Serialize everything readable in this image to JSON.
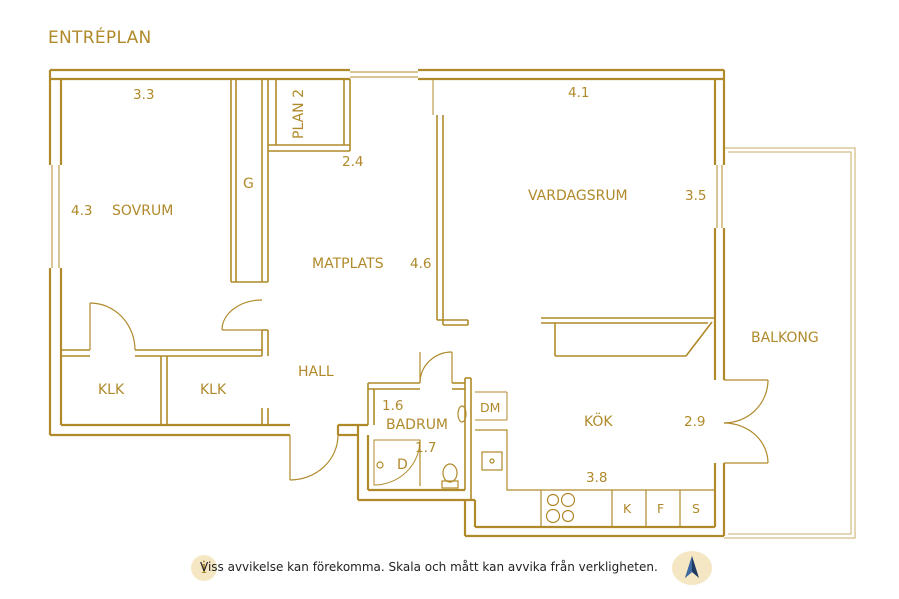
{
  "header": {
    "title": "ENTRÉPLAN"
  },
  "rooms": {
    "sovrum": {
      "label": "SOVRUM",
      "dim_width": "3.3",
      "dim_depth": "4.3"
    },
    "matplats": {
      "label": "MATPLATS",
      "dim_depth": "4.6"
    },
    "plan2": {
      "label": "PLAN 2",
      "dim": "2.4"
    },
    "garderob": {
      "label": "G"
    },
    "vardagsrum": {
      "label": "VARDAGSRUM",
      "dim_width": "4.1",
      "dim_depth": "3.5"
    },
    "balkong": {
      "label": "BALKONG"
    },
    "hall": {
      "label": "HALL"
    },
    "klk1": {
      "label": "KLK"
    },
    "klk2": {
      "label": "KLK"
    },
    "badrum": {
      "label": "BADRUM",
      "dim_width": "1.6",
      "dim_depth": "1.7"
    },
    "dusch": {
      "label": "D"
    },
    "dm": {
      "label": "DM"
    },
    "kok": {
      "label": "KÖK",
      "dim_width": "3.8",
      "dim_depth": "2.9"
    },
    "appliances": {
      "k": "K",
      "f": "F",
      "s": "S"
    }
  },
  "footer": {
    "info_icon": "i",
    "notice": "Viss avvikelse kan förekomma. Skala och mått kan avvika från verkligheten.",
    "north_icon": "compass-north-arrow-icon"
  },
  "colors": {
    "wall": "#b08a2a",
    "text": "#b08a2a",
    "badge_bg": "#f5e7c4",
    "arrow": "#1f3a63"
  }
}
